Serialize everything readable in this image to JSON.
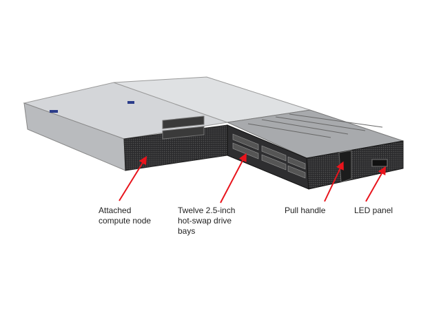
{
  "callouts": [
    {
      "id": "compute-node",
      "text": "Attached\ncompute node"
    },
    {
      "id": "drive-bays",
      "text": "Twelve  2.5-inch\nhot-swap drive\nbays"
    },
    {
      "id": "pull-handle",
      "text": "Pull handle"
    },
    {
      "id": "led-panel",
      "text": "LED panel"
    }
  ],
  "colors": {
    "arrow": "#e8141c",
    "chassis": "#c9cbce",
    "front": "#2a2a2c"
  }
}
